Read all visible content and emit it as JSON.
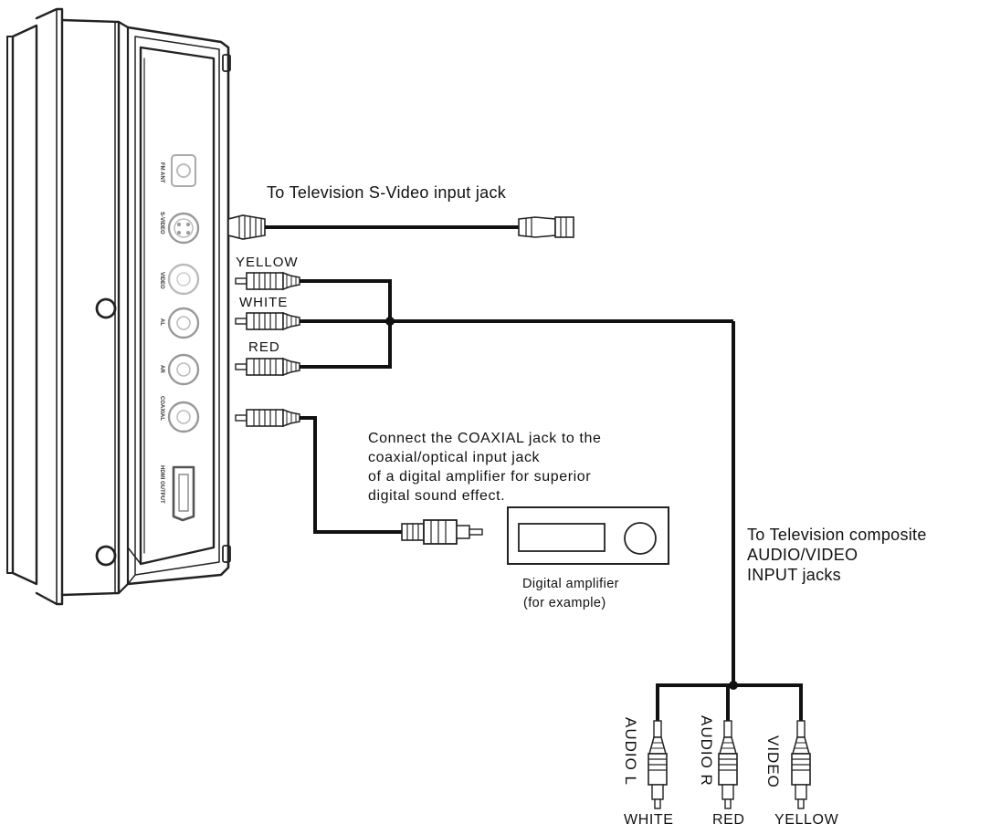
{
  "labels": {
    "svideo_title": "To  Television S-Video input jack",
    "yellow": "YELLOW",
    "white": "WHITE",
    "red": "RED",
    "coaxial_note": [
      "Connect the COAXIAL jack to the",
      "coaxial/optical input jack",
      "of a digital amplifier for superior",
      "digital sound effect."
    ],
    "amp_name": "Digital amplifier",
    "amp_example": "(for example)",
    "tv_composite": [
      "To Television composite",
      "AUDIO/VIDEO",
      "INPUT jacks"
    ],
    "audio_l": "AUDIO L",
    "audio_r": "AUDIO R",
    "video": "VIDEO",
    "bottom_white": "WHITE",
    "bottom_red": "RED",
    "bottom_yellow": "YELLOW"
  },
  "panel": {
    "fm_ant": "FM ANT",
    "s_video": "S-VIDEO",
    "video": "VIDEO",
    "audio_l": "AL",
    "audio_r": "AR",
    "coaxial": "COAXIAL",
    "hdmi": "HDMI OUTPUT"
  }
}
